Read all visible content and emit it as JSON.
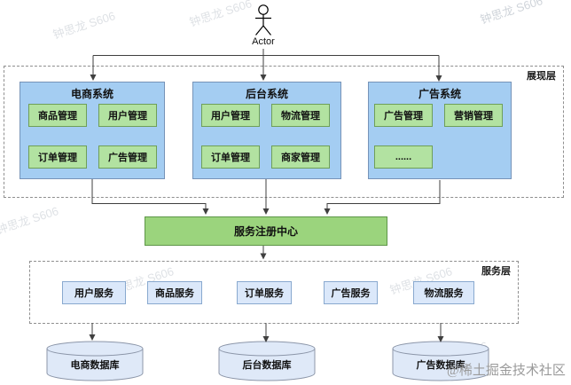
{
  "actor": {
    "label": "Actor"
  },
  "presentation_layer": {
    "label": "展现层",
    "systems": [
      {
        "title": "电商系统",
        "modules": [
          "商品管理",
          "用户管理",
          "订单管理",
          "广告管理"
        ]
      },
      {
        "title": "后台系统",
        "modules": [
          "用户管理",
          "物流管理",
          "订单管理",
          "商家管理"
        ]
      },
      {
        "title": "广告系统",
        "modules": [
          "广告管理",
          "营销管理",
          "......"
        ]
      }
    ]
  },
  "registry": {
    "label": "服务注册中心"
  },
  "service_layer": {
    "label": "服务层",
    "services": [
      "用户服务",
      "商品服务",
      "订单服务",
      "广告服务",
      "物流服务"
    ]
  },
  "databases": [
    "电商数据库",
    "后台数据库",
    "广告数据库"
  ],
  "watermark": {
    "text": "钟思龙 S606",
    "credit": "@稀土掘金技术社区"
  },
  "colors": {
    "system_fill": "#a4cdf2",
    "module_fill": "#b2e2a1",
    "registry_fill": "#9bd47d",
    "service_fill": "#dbe8fa",
    "database_fill": "#dfe9f8",
    "connector": "#3f3f3f"
  }
}
